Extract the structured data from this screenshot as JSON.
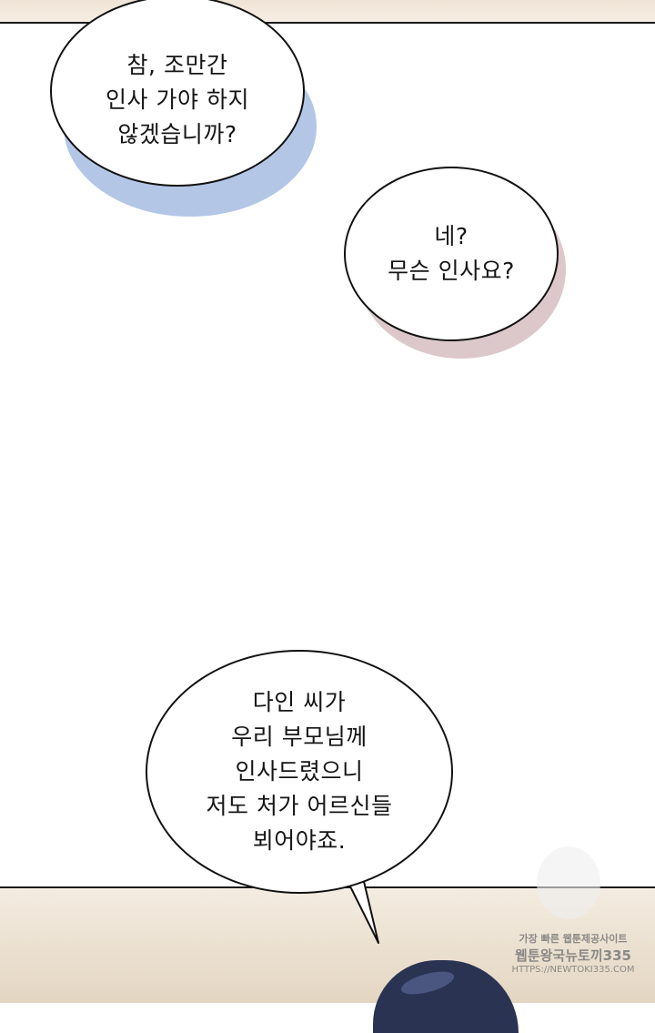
{
  "bubbles": [
    {
      "lines": [
        "참, 조만간",
        "인사 가야 하지",
        "않겠습니까?"
      ],
      "shadow_color": "#b3c6e6"
    },
    {
      "lines": [
        "네?",
        "무슨 인사요?"
      ],
      "shadow_color": "#dcc8cb"
    },
    {
      "lines": [
        "다인 씨가",
        "우리 부모님께",
        "인사드렸으니",
        "저도 처가 어르신들",
        "뵈어야죠."
      ]
    }
  ],
  "watermark": {
    "line1": "가장 빠른 웹툰제공사이트",
    "line2": "웹툰왕국뉴토끼335",
    "line3": "HTTPS://NEWTOKI335.COM"
  }
}
